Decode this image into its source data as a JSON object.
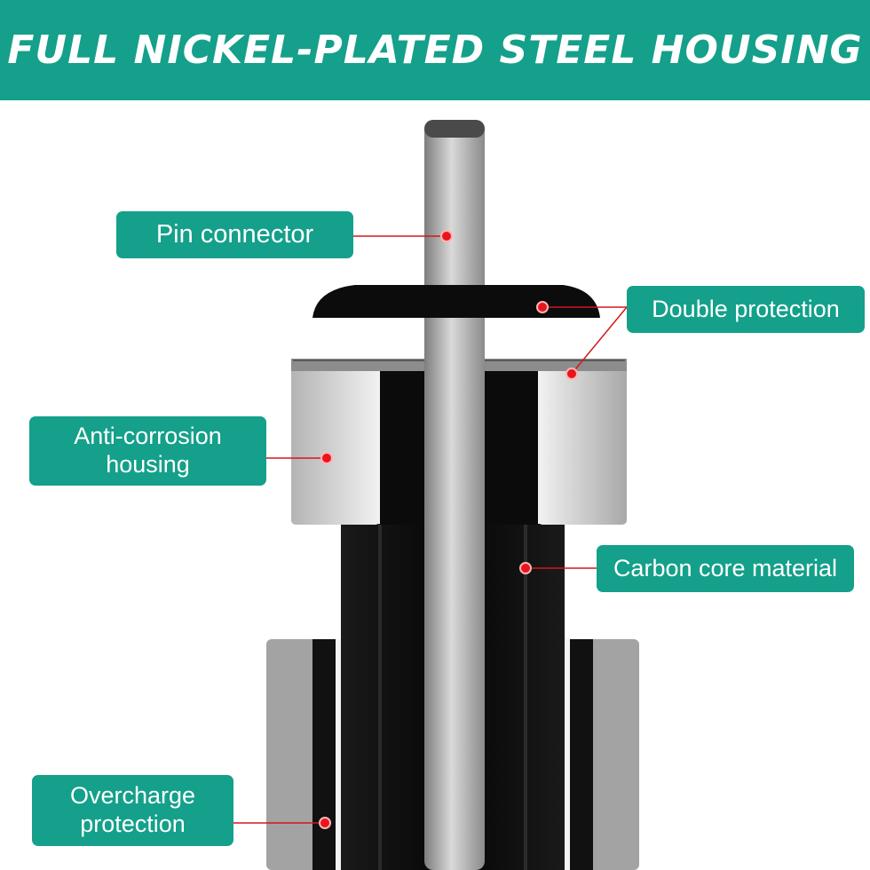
{
  "header": {
    "title": "FULL NICKEL-PLATED STEEL HOUSING"
  },
  "labels": {
    "pin_connector": "Pin connector",
    "double_protection": "Double protection",
    "anti_corrosion": "Anti-corrosion housing",
    "carbon_core": "Carbon core material",
    "overcharge": "Overcharge protection"
  },
  "colors": {
    "accent": "#14a08a",
    "marker": "#e8141e",
    "leader": "#d0181e"
  }
}
